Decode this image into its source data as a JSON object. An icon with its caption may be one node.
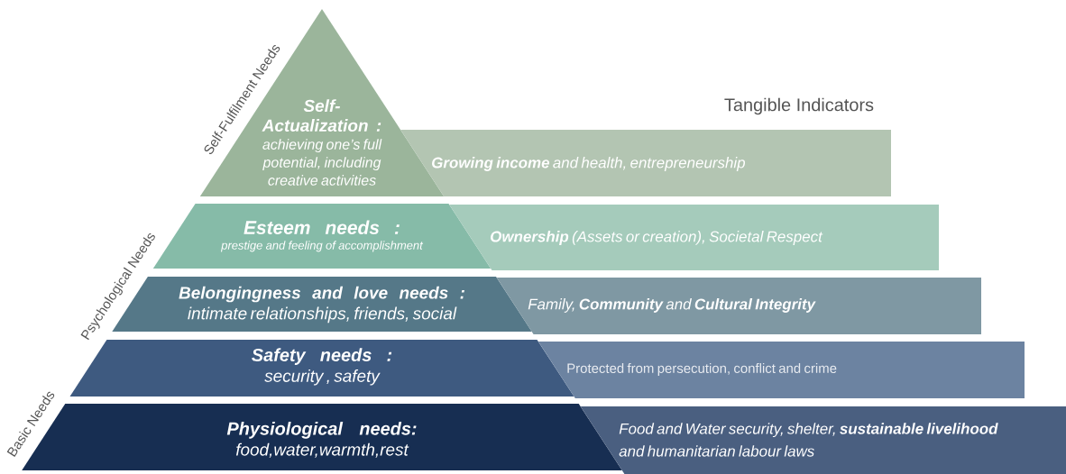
{
  "diagram": {
    "nodes": [
      {
        "text": [
          "Self-Actualization :",
          "achieving one’s full potential, including creative activities"
        ]
      },
      {
        "text": [
          "Esteem needs :",
          "prestige and feeling of accomplishment"
        ]
      },
      {
        "text": [
          "Belongingness and love needs :",
          "intimate relationships, friends, social"
        ]
      },
      {
        "text": [
          "Safety needs :",
          "security , safety"
        ]
      },
      {
        "text": [
          "Physiological needs:",
          "food,water,warmth,rest"
        ]
      },
      {
        "text": [
          "**Growing income** and health, entrepreneurship"
        ]
      },
      {
        "text": [
          "**Ownership** (Assets or creation), Societal Respect"
        ]
      },
      {
        "text": [
          "Family, **Community** and **Cultural Integrity**"
        ]
      },
      {
        "text": [
          "Protected from persecution, conflict and crime"
        ]
      },
      {
        "text": [
          "Food and Water security, shelter, **sustainable livelihood** and humanitarian labour laws"
        ]
      }
    ],
    "labels": [
      "Tangible Indicators",
      "Self-Fulfilment Needs",
      "Psychological Needs",
      "Basic Needs"
    ]
  }
}
